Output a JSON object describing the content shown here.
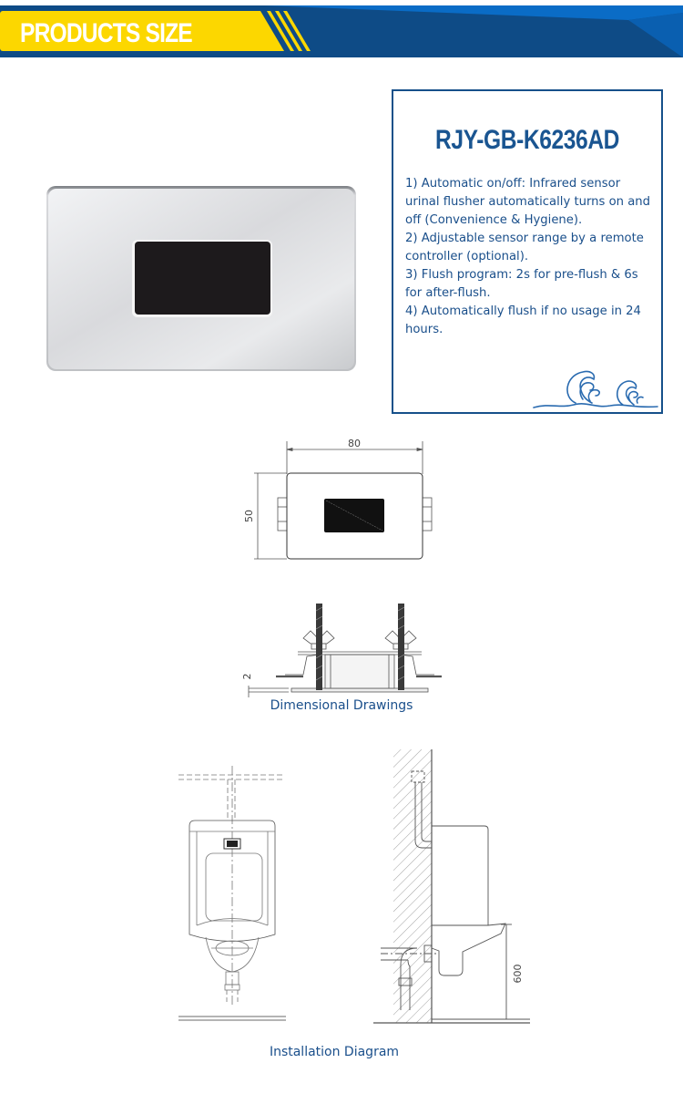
{
  "header": {
    "title": "PRODUCTS SIZE",
    "colors": {
      "yellow": "#fcd700",
      "navy": "#0e4b86",
      "blue": "#0a6cc6"
    }
  },
  "product": {
    "model": "RJY-GB-K6236AD",
    "features": [
      "1) Automatic on/off: Infrared sensor urinal flusher automatically turns on and off (Convenience & Hygiene).",
      "2) Adjustable sensor range by a remote controller (optional).",
      "3) Flush program: 2s for pre-flush & 6s for after-flush.",
      "4) Automatically flush if no usage in 24 hours."
    ],
    "feature_lines": [
      "1) Automatic on/off: Infrared sensor",
      "urinal flusher automatically turns on and",
      "off (Convenience & Hygiene).",
      "2) Adjustable sensor range by a remote",
      "controller (optional).",
      "3) Flush program: 2s for pre-flush & 6s",
      "for after-flush.",
      "4) Automatically flush if no usage in 24",
      "hours."
    ],
    "decoration_icon": "waves-icon"
  },
  "dimensional": {
    "width_label": "80",
    "height_label": "50",
    "depth_label": "2",
    "caption": "Dimensional Drawings"
  },
  "installation": {
    "height_label": "600",
    "caption": "Installation Diagram"
  }
}
